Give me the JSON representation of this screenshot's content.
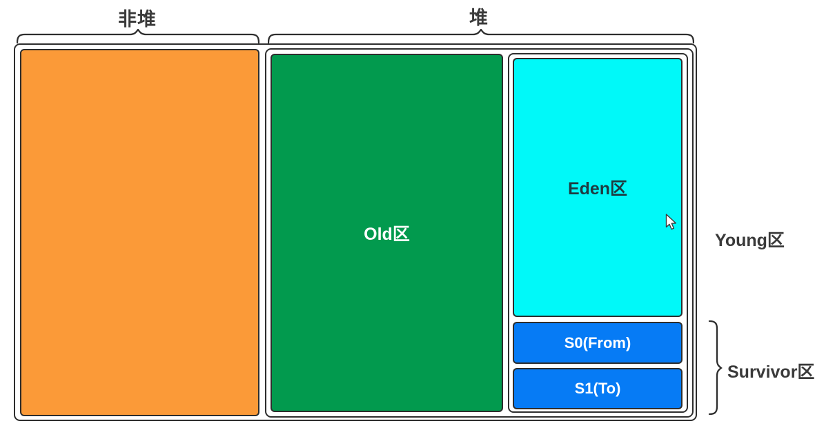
{
  "labels": {
    "nonheap": "非堆",
    "heap": "堆",
    "young": "Young区",
    "survivor": "Survivor区"
  },
  "regions": {
    "nonheap_block": {
      "label": "",
      "color": "#FB9A38"
    },
    "old": {
      "label": "Old区",
      "color": "#029A4E",
      "text_color": "#ffffff"
    },
    "eden": {
      "label": "Eden区",
      "color": "#00F9F9",
      "text_color": "#1e3a40"
    },
    "s0": {
      "label": "S0(From)",
      "color": "#067BF5",
      "text_color": "#ffffff"
    },
    "s1": {
      "label": "S1(To)",
      "color": "#067BF5",
      "text_color": "#ffffff"
    }
  },
  "colors": {
    "border": "#2d2d2d",
    "label_text": "#3a3a3a",
    "background": "#ffffff"
  },
  "icons": {
    "cursor": "pointer-arrow"
  }
}
